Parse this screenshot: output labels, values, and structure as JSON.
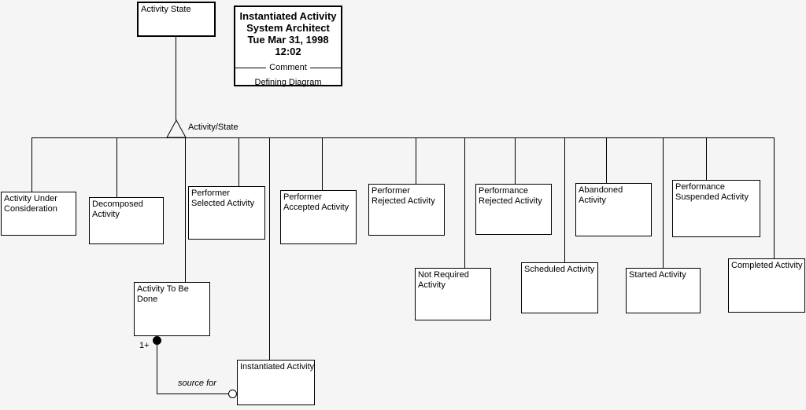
{
  "diagram_header": {
    "title": "Instantiated Activity",
    "tool": "System Architect",
    "date": "Tue Mar 31, 1998",
    "time": "12:02",
    "divider_label": "Comment",
    "diagram_type": "Defining Diagram"
  },
  "parent_box": {
    "label": "Activity State"
  },
  "junction": {
    "label": "Activity/State"
  },
  "boxes": {
    "activity_under_consideration": {
      "line1": "Activity Under",
      "line2": "Consideration"
    },
    "decomposed_activity": {
      "line1": "Decomposed",
      "line2": "Activity"
    },
    "performer_selected": {
      "line1": "Performer",
      "line2": "Selected Activity"
    },
    "performer_accepted": {
      "line1": "Performer",
      "line2": "Accepted Activity"
    },
    "performer_rejected": {
      "line1": "Performer",
      "line2": "Rejected Activity"
    },
    "performance_rejected": {
      "line1": "Performance",
      "line2": "Rejected Activity"
    },
    "abandoned_activity": {
      "line1": "Abandoned",
      "line2": "Activity"
    },
    "performance_suspended": {
      "line1": "Performance",
      "line2": "Suspended Activity"
    },
    "not_required": {
      "line1": "Not Required",
      "line2": "Activity"
    },
    "scheduled_activity": {
      "line1": "Scheduled Activity"
    },
    "started_activity": {
      "line1": "Started Activity"
    },
    "completed_activity": {
      "line1": "Completed Activity"
    },
    "activity_to_be_done": {
      "line1": "Activity To Be",
      "line2": "Done"
    },
    "instantiated_activity": {
      "line1": "Instantiated Activity"
    }
  },
  "relationship": {
    "cardinality": "1+",
    "role": "source for"
  },
  "colors": {
    "background": "#f5f5f5",
    "box_fill": "#ffffff",
    "line": "#000000"
  }
}
